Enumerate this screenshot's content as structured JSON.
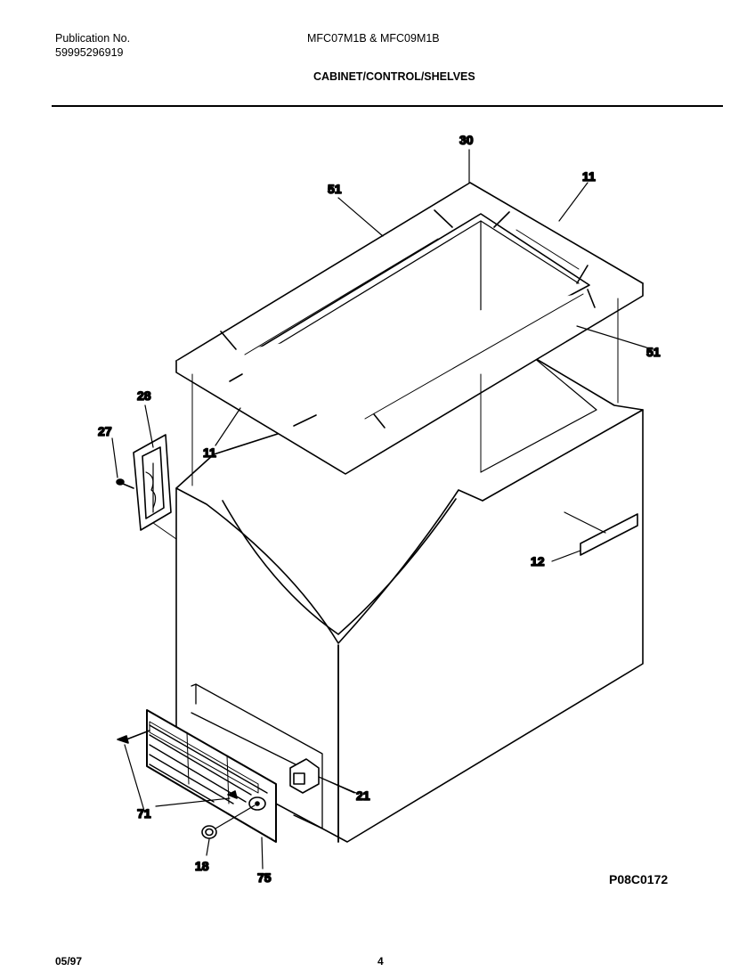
{
  "header": {
    "publication_label": "Publication No.",
    "publication_number": "59995296919",
    "model": "MFC07M1B & MFC09M1B",
    "section_title": "CABINET/CONTROL/SHELVES"
  },
  "callouts": {
    "c30": "30",
    "c51_top": "51",
    "c11_top": "11",
    "c51_right": "51",
    "c28": "28",
    "c27": "27",
    "c11_left": "11",
    "c12": "12",
    "c21": "21",
    "c71": "71",
    "c18": "18",
    "c75": "75"
  },
  "figure_code": "P08C0172",
  "footer": {
    "date": "05/97",
    "page": "4"
  }
}
